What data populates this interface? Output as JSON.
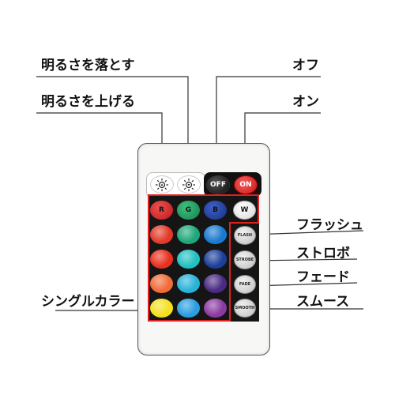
{
  "labels": {
    "dim": "明るさを落とす",
    "brighten": "明るさを上げる",
    "off": "オフ",
    "on": "オン",
    "flash": "フラッシュ",
    "strobe": "ストロボ",
    "fade": "フェード",
    "smooth": "スムース",
    "single_color": "シングルカラー"
  },
  "remote": {
    "top_row": {
      "brightness_up_icon": "sun-up-icon",
      "brightness_down_icon": "sun-down-icon",
      "off_label": "OFF",
      "on_label": "ON"
    },
    "rgbw_row": {
      "r": "R",
      "g": "G",
      "b": "B",
      "w": "W"
    },
    "function_buttons": [
      "FLASH",
      "STROBE",
      "FADE",
      "SMOOTH"
    ],
    "colors": {
      "off_button": "#111111",
      "on_button": "#e52121",
      "color_rows": [
        [
          "#e23a2a",
          "#1fa77a",
          "#1a7ad0"
        ],
        [
          "#e8301f",
          "#22c0c0",
          "#1b3f9a"
        ],
        [
          "#f06b3a",
          "#2ab2d8",
          "#4a2a82"
        ],
        [
          "#f5e020",
          "#2a9ee0",
          "#8a3aa0"
        ]
      ],
      "r": "#d8262a",
      "g": "#1a9b55",
      "b": "#1b3e9c"
    }
  }
}
